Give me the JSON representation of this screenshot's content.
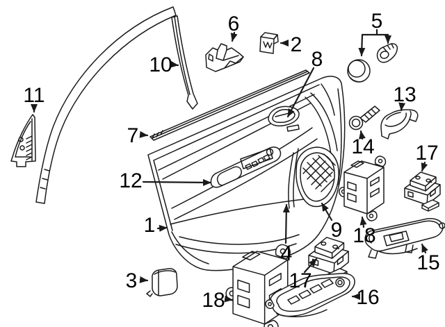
{
  "diagram": {
    "colors": {
      "background": "#ffffff",
      "line": "#1a1a1a",
      "label": "#000000"
    },
    "callouts": {
      "c1": {
        "label": "1"
      },
      "c2": {
        "label": "2"
      },
      "c3": {
        "label": "3"
      },
      "c4": {
        "label": "4"
      },
      "c5": {
        "label": "5"
      },
      "c6": {
        "label": "6"
      },
      "c7": {
        "label": "7"
      },
      "c8": {
        "label": "8"
      },
      "c9": {
        "label": "9"
      },
      "c10": {
        "label": "10"
      },
      "c11": {
        "label": "11"
      },
      "c12": {
        "label": "12"
      },
      "c13": {
        "label": "13"
      },
      "c14": {
        "label": "14"
      },
      "c15": {
        "label": "15"
      },
      "c16": {
        "label": "16"
      },
      "c17_right": {
        "label": "17"
      },
      "c17_bottom": {
        "label": "17"
      },
      "c18_right": {
        "label": "18"
      },
      "c18_bottom": {
        "label": "18"
      }
    }
  }
}
